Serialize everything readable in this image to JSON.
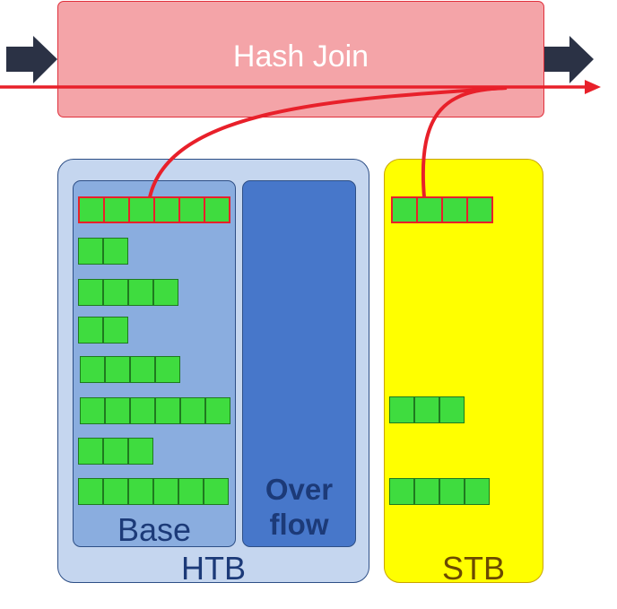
{
  "hash_join": {
    "label": "Hash Join"
  },
  "htb": {
    "label": "HTB",
    "base": {
      "label": "Base",
      "buckets": [
        {
          "cells": 6,
          "highlighted": true
        },
        {
          "cells": 2,
          "highlighted": false
        },
        {
          "cells": 4,
          "highlighted": false
        },
        {
          "cells": 2,
          "highlighted": false
        },
        {
          "cells": 4,
          "highlighted": false
        },
        {
          "cells": 6,
          "highlighted": false
        },
        {
          "cells": 3,
          "highlighted": false
        },
        {
          "cells": 6,
          "highlighted": false
        }
      ]
    },
    "overflow": {
      "label_line1": "Over",
      "label_line2": "flow"
    }
  },
  "stb": {
    "label": "STB",
    "buckets": [
      {
        "cells": 4,
        "highlighted": true
      },
      {
        "cells": 3,
        "highlighted": false
      },
      {
        "cells": 4,
        "highlighted": false
      }
    ]
  },
  "colors": {
    "hash_join_fill": "#f4a4a8",
    "flow_line": "#e8202a",
    "cell_fill": "#3fdc3f",
    "htb_fill": "#c5d6ef",
    "base_fill": "#8aaddf",
    "overflow_fill": "#4777ca",
    "stb_fill": "#ffff00",
    "arrow_fill": "#2b3245"
  }
}
